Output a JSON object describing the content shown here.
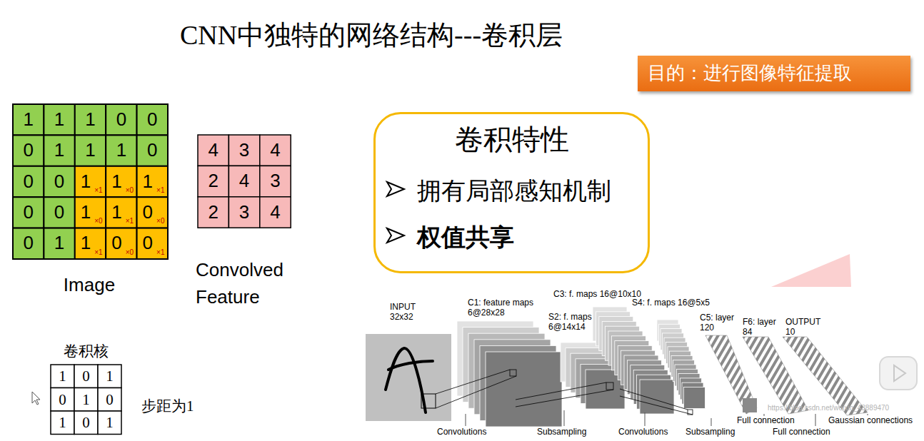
{
  "diagram": {
    "title": "CNN中独特的网络结构---卷积层",
    "nodes": [
      {
        "text": [
          "目的：进行图像特征提取"
        ]
      },
      {
        "text": [
          "卷积特性",
          "拥有局部感知机制",
          "权值共享"
        ]
      }
    ],
    "labels": [
      "1",
      "1",
      "1",
      "0",
      "0",
      "0",
      "1",
      "1",
      "1",
      "0",
      "0",
      "0",
      "1",
      "1",
      "1",
      "0",
      "0",
      "1",
      "1",
      "0",
      "0",
      "1",
      "1",
      "0",
      "0",
      "×1",
      "×0",
      "×1",
      "×0",
      "×1",
      "×0",
      "×1",
      "×0",
      "×1",
      "4",
      "3",
      "4",
      "2",
      "4",
      "3",
      "2",
      "3",
      "4",
      "1",
      "0",
      "1",
      "0",
      "1",
      "0",
      "1",
      "0",
      "1",
      "Image",
      "Convolved Feature",
      "卷积核",
      "步距为1",
      "INPUT 32x32",
      "C1: feature maps 6@28x28",
      "S2: f. maps 6@14x14",
      "C3: f. maps 16@10x10",
      "S4: f. maps 16@5x5",
      "C5: layer 120",
      "F6: layer 84",
      "OUTPUT 10",
      "Convolutions",
      "Subsampling",
      "Convolutions",
      "Subsampling",
      "Full connection",
      "Full connection",
      "Gaussian connections",
      "https://blog.csdn.net/weixin_43889470"
    ]
  }
}
